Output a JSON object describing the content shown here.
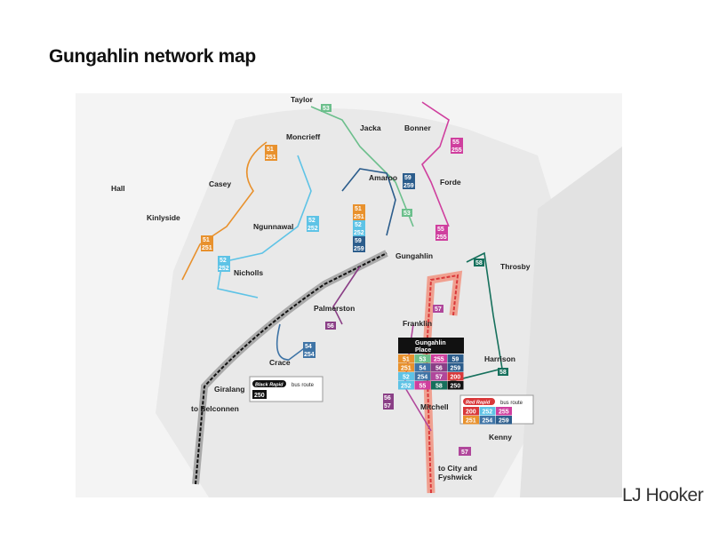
{
  "title": "Gungahlin network map",
  "brand": "LJ Hooker",
  "colors": {
    "r51": "#e8912d",
    "r52": "#5ec3e6",
    "r53": "#6cbf8c",
    "r54": "#3f74a6",
    "r55": "#cf3f9e",
    "r56": "#8a3f86",
    "r57": "#b0479b",
    "r58": "#16705c",
    "r59": "#2c5d8c",
    "r200": "#d9383a",
    "r250": "#111111"
  },
  "suburbs": [
    "Taylor",
    "Jacka",
    "Bonner",
    "Moncrieff",
    "Hall",
    "Casey",
    "Amaroo",
    "Forde",
    "Kinlyside",
    "Ngunnawal",
    "Gungahlin",
    "Throsby",
    "Nicholls",
    "Palmerston",
    "Franklin",
    "Harrison",
    "Crace",
    "Giralang",
    "Mitchell",
    "Kenny"
  ],
  "destinations": {
    "belconnen": "to Belconnen",
    "city": "to City and",
    "city2": "Fyshwick"
  },
  "interchange": {
    "line1": "Gungahlin",
    "line2": "Place",
    "routes": [
      "51",
      "53",
      "255",
      "59",
      "251",
      "54",
      "56",
      "259",
      "52",
      "254",
      "57",
      "200",
      "252",
      "55",
      "58",
      "250"
    ]
  },
  "black_rapid": {
    "badge": "Black Rapid",
    "label": "bus route",
    "routes": [
      "250"
    ]
  },
  "red_rapid": {
    "badge": "Red Rapid",
    "label": "bus route",
    "routes": [
      "200",
      "252",
      "255",
      "251",
      "254",
      "259"
    ]
  },
  "badges": {
    "taylor": "53",
    "bonner1": "55",
    "bonner2": "255",
    "moncrieff1": "51",
    "moncrieff2": "251",
    "amaroo1": "59",
    "amaroo2": "259",
    "forde": "53",
    "forde2a": "55",
    "forde2b": "255",
    "stack": [
      "51",
      "251",
      "52",
      "252",
      "59",
      "259"
    ],
    "ngun1": "52",
    "ngun2": "252",
    "casey1": "51",
    "casey2": "251",
    "nich1": "52",
    "nich2": "252",
    "throsby": "58",
    "franklin": "57",
    "palmerston": "56",
    "crace1": "54",
    "crace2": "254",
    "mitchell1": "56",
    "mitchell2": "57",
    "harrison": "58",
    "kenny": "57"
  }
}
